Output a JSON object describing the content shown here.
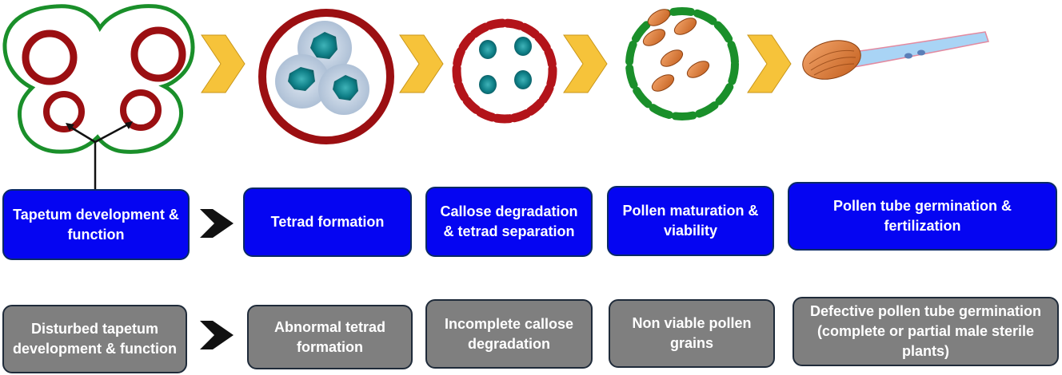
{
  "colors": {
    "tapetum_green": "#1a8f2a",
    "wall_red": "#9b0f12",
    "tetrad_nucleus": "#0e7e86",
    "callose_halo": "#b8c8dc",
    "pollen_orange": "#e07a35",
    "pollen_tube": "#a9d4f5",
    "arrow_yellow": "#f6c33a",
    "stage_box": "#0505f2",
    "defect_box": "#7f7f7f"
  },
  "stages": [
    {
      "label": "Tapetum development & function"
    },
    {
      "label": "Tetrad formation"
    },
    {
      "label": "Callose degradation & tetrad separation"
    },
    {
      "label": "Pollen maturation & viability"
    },
    {
      "label": "Pollen tube germination & fertilization"
    }
  ],
  "defects": [
    {
      "label": "Disturbed tapetum development & function"
    },
    {
      "label": "Abnormal tetrad formation"
    },
    {
      "label": "Incomplete callose degradation"
    },
    {
      "label": "Non viable pollen grains"
    },
    {
      "label": "Defective pollen tube germination (complete or partial male sterile plants)"
    }
  ]
}
